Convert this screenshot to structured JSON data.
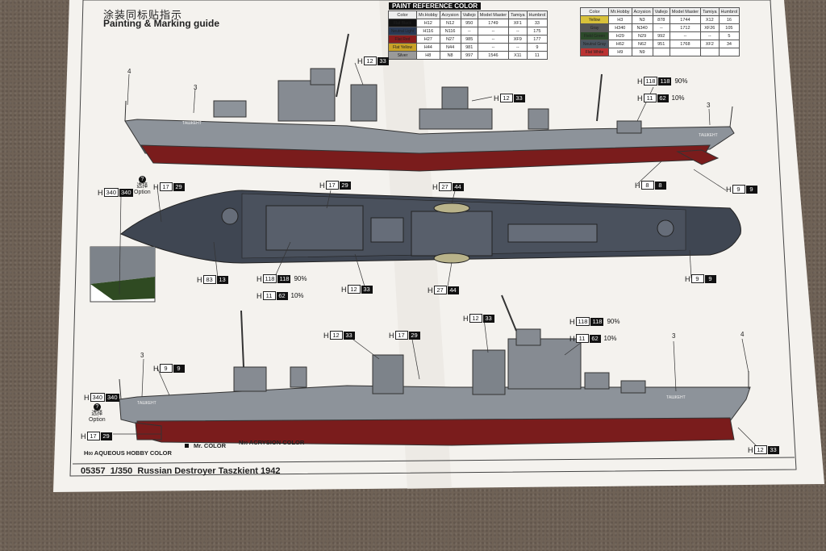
{
  "header": {
    "title_cn": "涂装同标贴指示",
    "title_en": "Painting & Marking guide"
  },
  "reference_table": {
    "title": "PAINT REFERENCE COLOR",
    "left_headers": [
      "Color",
      "Mr.Hobby",
      "Acrysion",
      "Vallejo",
      "Model Master",
      "Tamiya",
      "Humbrol"
    ],
    "left_rows": [
      {
        "color": "Flat Black",
        "swatch": "#111111",
        "hobby": "12",
        "acrysion": "12",
        "vallejo": "950",
        "mm": "1749",
        "tamiya": "XF1",
        "humbrol": "33"
      },
      {
        "color": "Neutral Light",
        "swatch": "#2a3a55",
        "hobby": "116",
        "acrysion": "116",
        "vallejo": "--",
        "mm": "--",
        "tamiya": "--",
        "humbrol": "175"
      },
      {
        "color": "Flat Red",
        "swatch": "#8a1c1c",
        "hobby": "27",
        "acrysion": "27",
        "vallejo": "985",
        "mm": "--",
        "tamiya": "XF9",
        "humbrol": "177"
      },
      {
        "color": "Flat Yellow",
        "swatch": "#c9a227",
        "hobby": "44",
        "acrysion": "44",
        "vallejo": "981",
        "mm": "--",
        "tamiya": "--",
        "humbrol": "9"
      },
      {
        "color": "Silver",
        "swatch": "#9a9a9a",
        "hobby": "8",
        "acrysion": "8",
        "vallejo": "997",
        "mm": "1546",
        "tamiya": "X11",
        "humbrol": "11"
      }
    ],
    "right_headers": [
      "Color",
      "Mr.Hobby",
      "Acrysion",
      "Vallejo",
      "Model Master",
      "Tamiya",
      "Humbrol"
    ],
    "right_rows": [
      {
        "color": "Yellow",
        "swatch": "#d8c13a",
        "hobby": "3",
        "acrysion": "3",
        "vallejo": "878",
        "mm": "1744",
        "tamiya": "X12",
        "humbrol": "16"
      },
      {
        "color": "Gray",
        "swatch": "#555555",
        "hobby": "340",
        "acrysion": "340",
        "vallejo": "--",
        "mm": "1712",
        "tamiya": "XF26",
        "humbrol": "105"
      },
      {
        "color": "Field Green",
        "swatch": "#2c4a2a",
        "hobby": "29",
        "acrysion": "29",
        "vallejo": "992",
        "mm": "--",
        "tamiya": "--",
        "humbrol": "5"
      },
      {
        "color": "Neutral Gray",
        "swatch": "#4a5560",
        "hobby": "62",
        "acrysion": "62",
        "vallejo": "951",
        "mm": "1768",
        "tamiya": "XF2",
        "humbrol": "34"
      },
      {
        "color": "Flat White",
        "swatch": "#b33",
        "hobby": "9",
        "acrysion": "9",
        "vallejo": "",
        "mm": "",
        "tamiya": "",
        "humbrol": ""
      }
    ]
  },
  "callouts": [
    {
      "id": "c1",
      "code": "12",
      "num": "33"
    },
    {
      "id": "c2",
      "code": "12",
      "num": "33"
    },
    {
      "id": "c3",
      "code": "118",
      "num": "118",
      "pct": "90%"
    },
    {
      "id": "c4",
      "code": "11",
      "num": "62",
      "pct": "10%"
    },
    {
      "id": "c5",
      "code": "340",
      "num": "340"
    },
    {
      "id": "c6",
      "code": "17",
      "num": "29"
    },
    {
      "id": "c7",
      "code": "17",
      "num": "29"
    },
    {
      "id": "c8",
      "code": "27",
      "num": "44"
    },
    {
      "id": "c9",
      "code": "8",
      "num": "8"
    },
    {
      "id": "c10",
      "code": "9",
      "num": "9"
    },
    {
      "id": "c11",
      "code": "83",
      "num": "13"
    },
    {
      "id": "c12",
      "code": "118",
      "num": "118",
      "pct": "90%"
    },
    {
      "id": "c13",
      "code": "11",
      "num": "62",
      "pct": "10%"
    },
    {
      "id": "c14",
      "code": "12",
      "num": "33"
    },
    {
      "id": "c15",
      "code": "27",
      "num": "44"
    },
    {
      "id": "c16",
      "code": "9",
      "num": "9"
    },
    {
      "id": "c17",
      "code": "12",
      "num": "33"
    },
    {
      "id": "c18",
      "code": "17",
      "num": "29"
    },
    {
      "id": "c19",
      "code": "12",
      "num": "33"
    },
    {
      "id": "c20",
      "code": "118",
      "num": "118",
      "pct": "90%"
    },
    {
      "id": "c21",
      "code": "11",
      "num": "62",
      "pct": "10%"
    },
    {
      "id": "c22",
      "code": "9",
      "num": "9"
    },
    {
      "id": "c23",
      "code": "340",
      "num": "340"
    },
    {
      "id": "c24",
      "code": "17",
      "num": "29"
    },
    {
      "id": "c25",
      "code": "12",
      "num": "33"
    }
  ],
  "option_label_cn": "选择",
  "option_label_en": "Option",
  "part_numbers": [
    "4",
    "3",
    "3",
    "3",
    "3",
    "4"
  ],
  "ship_name": "ТАШКЕНТ",
  "legend": {
    "hobby": "AQUEOUS HOBBY COLOR",
    "mr": "Mr. COLOR",
    "acrysion": "ACRYSION COLOR"
  },
  "footer": {
    "code": "05357",
    "scale": "1/350",
    "name": "Russian Destroyer Taszkient 1942"
  },
  "colors": {
    "hull_gray": "#8a8f96",
    "deck_dark": "#3f4652",
    "hull_red": "#7a1c1c",
    "paper": "#f4f2ee"
  }
}
